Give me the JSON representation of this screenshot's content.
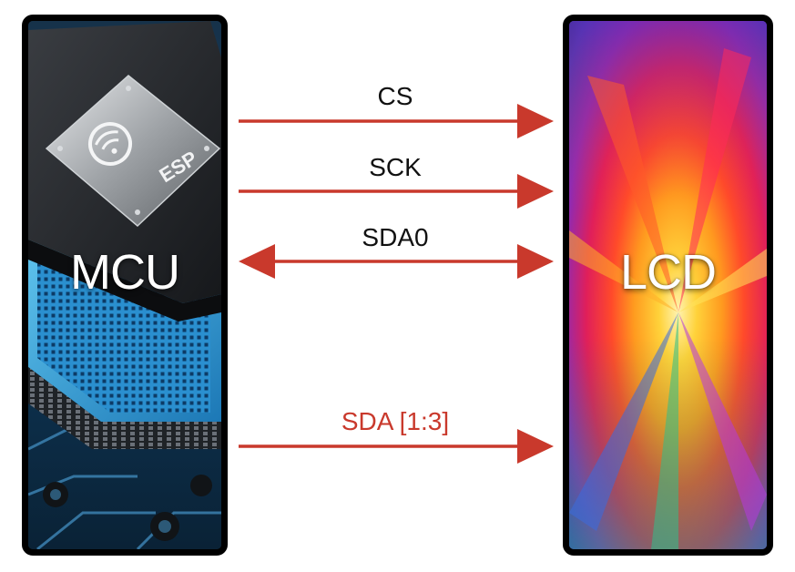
{
  "mcu": {
    "label": "MCU",
    "chip_mark": "ESP"
  },
  "lcd": {
    "label": "LCD"
  },
  "signals": [
    {
      "label": "CS",
      "direction": "mcu-to-lcd",
      "label_color": "#111111"
    },
    {
      "label": "SCK",
      "direction": "mcu-to-lcd",
      "label_color": "#111111"
    },
    {
      "label": "SDA0",
      "direction": "bidirectional",
      "label_color": "#111111"
    },
    {
      "label": "SDA [1:3]",
      "direction": "mcu-to-lcd",
      "label_color": "#c9392c"
    }
  ],
  "colors": {
    "arrow": "#c9392c",
    "panel_border": "#000000"
  },
  "icons": {
    "mcu_image": "esp-chip-circuit-board",
    "lcd_image": "colorful-paint-splash"
  }
}
